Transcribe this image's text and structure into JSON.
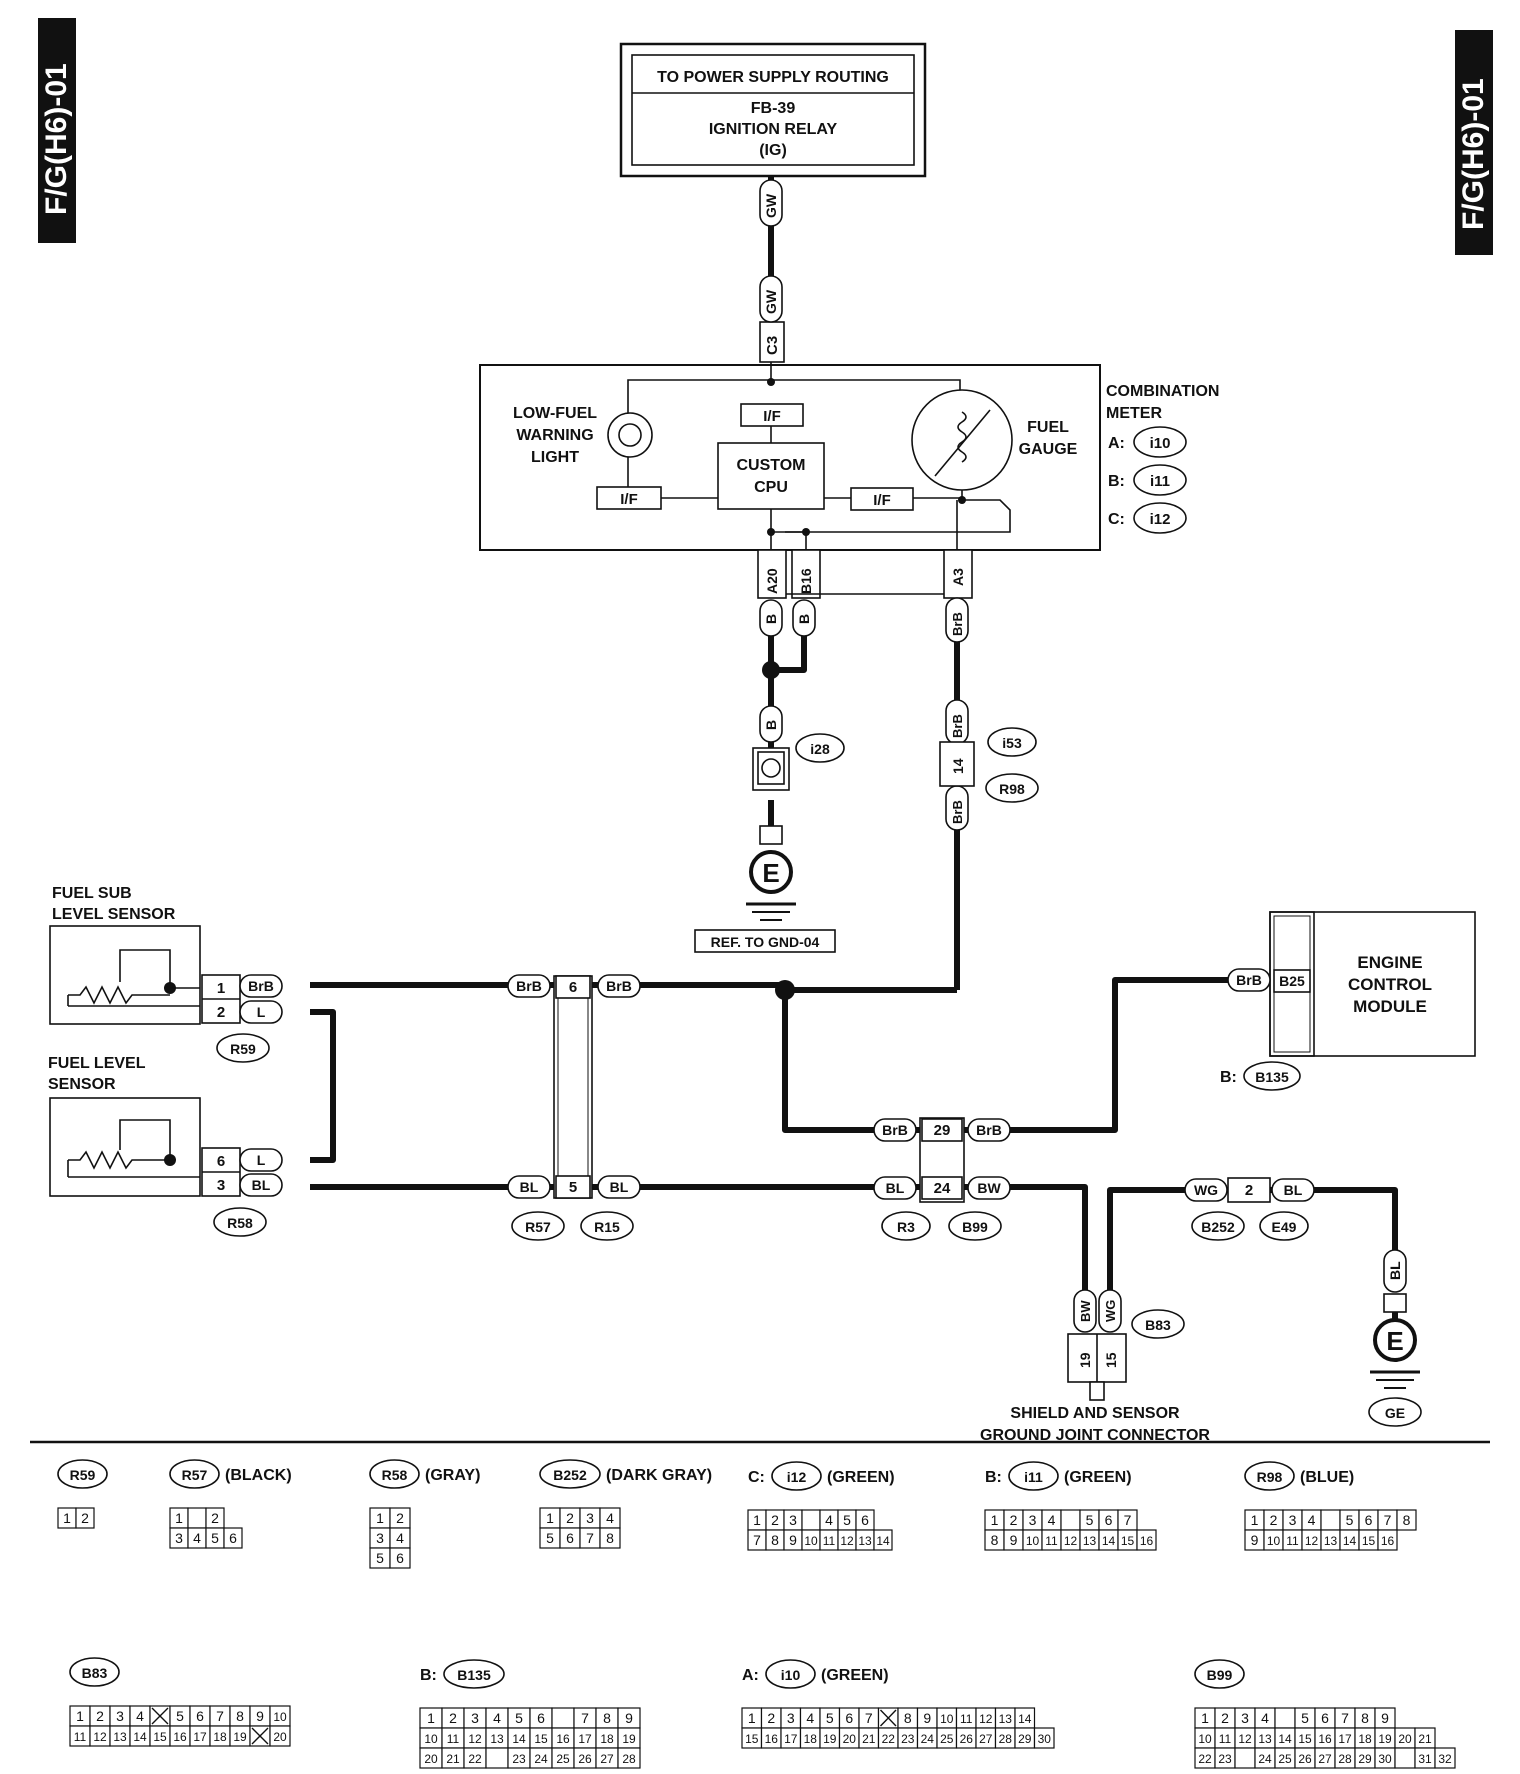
{
  "page": {
    "tag": "F/G(H6)-01",
    "power_box": {
      "header": "TO POWER SUPPLY ROUTING",
      "line1": "FB-39",
      "line2": "IGNITION RELAY",
      "line3": "(IG)"
    }
  },
  "meter": {
    "title_1": "COMBINATION",
    "title_2": "METER",
    "connectors": [
      {
        "prefix": "A:",
        "id": "i10"
      },
      {
        "prefix": "B:",
        "id": "i11"
      },
      {
        "prefix": "C:",
        "id": "i12"
      }
    ],
    "low_fuel": [
      "LOW-FUEL",
      "WARNING",
      "LIGHT"
    ],
    "gauge": [
      "FUEL",
      "GAUGE"
    ],
    "cpu": [
      "CUSTOM",
      "CPU"
    ],
    "if_label": "I/F",
    "terminals": {
      "c3": "C3",
      "a20": "A20",
      "b16": "B16",
      "a3": "A3"
    }
  },
  "wires": {
    "gw": "GW",
    "b": "B",
    "brb": "BrB",
    "l": "L",
    "bl": "BL",
    "bw": "BW",
    "wg": "WG"
  },
  "connectors": {
    "i28": "i28",
    "i53": "i53",
    "r98": "R98",
    "r98_pin": "14",
    "r59": "R59",
    "r58": "R58",
    "r57": "R57",
    "r15": "R15",
    "r3": "R3",
    "b99": "B99",
    "b252": "B252",
    "e49": "E49",
    "b83": "B83",
    "b135": "B135",
    "b135_prefix": "B:",
    "b25": "B25",
    "ge": "GE",
    "pins": {
      "r59_1": "1",
      "r59_2": "2",
      "r58_6": "6",
      "r58_3": "3",
      "r57_6": "6",
      "r57_5": "5",
      "r3_29": "29",
      "r3_24": "24",
      "b252_2": "2",
      "b83_19": "19",
      "b83_15": "15"
    }
  },
  "grounds": {
    "symbol": "E",
    "ref": "REF. TO GND-04"
  },
  "sensors": {
    "sub": [
      "FUEL SUB",
      "LEVEL SENSOR"
    ],
    "main": [
      "FUEL LEVEL",
      "SENSOR"
    ]
  },
  "ecm": [
    "ENGINE",
    "CONTROL",
    "MODULE"
  ],
  "joint": [
    "SHIELD AND SENSOR",
    "GROUND JOINT CONNECTOR"
  ],
  "legend": [
    {
      "id": "R59",
      "prefix": "",
      "color": "",
      "rows": [
        [
          "1",
          "2"
        ]
      ]
    },
    {
      "id": "R57",
      "prefix": "",
      "color": "(BLACK)",
      "rows": [
        [
          "1",
          "",
          "2"
        ],
        [
          "3",
          "4",
          "5",
          "6"
        ]
      ]
    },
    {
      "id": "R58",
      "prefix": "",
      "color": "(GRAY)",
      "rows": [
        [
          "1",
          "2"
        ],
        [
          "3",
          "4"
        ],
        [
          "5",
          "6"
        ]
      ]
    },
    {
      "id": "B252",
      "prefix": "",
      "color": "(DARK GRAY)",
      "rows": [
        [
          "1",
          "2",
          "3",
          "4"
        ],
        [
          "5",
          "6",
          "7",
          "8"
        ]
      ]
    },
    {
      "id": "i12",
      "prefix": "C:",
      "color": "(GREEN)",
      "rows": [
        [
          "1",
          "2",
          "3",
          "",
          "4",
          "5",
          "6"
        ],
        [
          "7",
          "8",
          "9",
          "10",
          "11",
          "12",
          "13",
          "14"
        ]
      ]
    },
    {
      "id": "i11",
      "prefix": "B:",
      "color": "(GREEN)",
      "rows": [
        [
          "1",
          "2",
          "3",
          "4",
          "",
          "5",
          "6",
          "7"
        ],
        [
          "8",
          "9",
          "10",
          "11",
          "12",
          "13",
          "14",
          "15",
          "16"
        ]
      ]
    },
    {
      "id": "R98",
      "prefix": "",
      "color": "(BLUE)",
      "rows": [
        [
          "1",
          "2",
          "3",
          "4",
          "",
          "5",
          "6",
          "7",
          "8"
        ],
        [
          "9",
          "10",
          "11",
          "12",
          "13",
          "14",
          "15",
          "16"
        ]
      ]
    },
    {
      "id": "B83",
      "prefix": "",
      "color": "",
      "rows": [
        [
          "1",
          "2",
          "3",
          "4",
          "X",
          "5",
          "6",
          "7",
          "8",
          "9",
          "10"
        ],
        [
          "11",
          "12",
          "13",
          "14",
          "15",
          "16",
          "17",
          "18",
          "19",
          "X",
          "20"
        ]
      ]
    },
    {
      "id": "B135",
      "prefix": "B:",
      "color": "",
      "rows": [
        [
          "1",
          "2",
          "3",
          "4",
          "5",
          "6",
          "",
          "7",
          "8",
          "9"
        ],
        [
          "10",
          "11",
          "12",
          "13",
          "14",
          "15",
          "16",
          "17",
          "18",
          "19"
        ],
        [
          "20",
          "21",
          "22",
          "",
          "23",
          "24",
          "25",
          "26",
          "27",
          "28"
        ]
      ]
    },
    {
      "id": "i10",
      "prefix": "A:",
      "color": "(GREEN)",
      "rows": [
        [
          "1",
          "2",
          "3",
          "4",
          "5",
          "6",
          "7",
          "X",
          "8",
          "9",
          "10",
          "11",
          "12",
          "13",
          "14"
        ],
        [
          "15",
          "16",
          "17",
          "18",
          "19",
          "20",
          "21",
          "22",
          "23",
          "24",
          "25",
          "26",
          "27",
          "28",
          "29",
          "30"
        ]
      ]
    },
    {
      "id": "B99",
      "prefix": "",
      "color": "",
      "rows": [
        [
          "1",
          "2",
          "3",
          "4",
          "",
          "5",
          "6",
          "7",
          "8",
          "9"
        ],
        [
          "10",
          "11",
          "12",
          "13",
          "14",
          "15",
          "16",
          "17",
          "18",
          "19",
          "20",
          "21"
        ],
        [
          "22",
          "23",
          "",
          "24",
          "25",
          "26",
          "27",
          "28",
          "29",
          "30",
          "",
          "31",
          "32"
        ]
      ]
    }
  ]
}
